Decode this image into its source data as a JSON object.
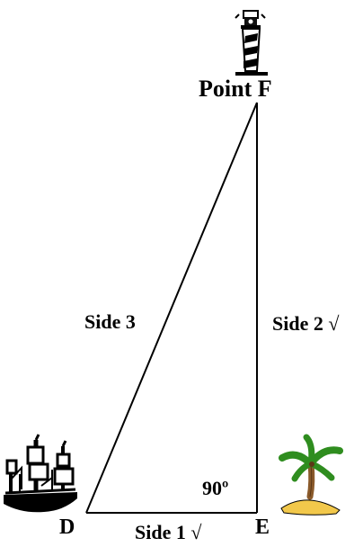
{
  "diagram": {
    "vertices": {
      "f": "Point F",
      "d": "D",
      "e": "E"
    },
    "sides": {
      "side1": "Side 1 √",
      "side2": "Side 2 √",
      "side3": "Side 3"
    },
    "angle": "90º",
    "icons": {
      "top": "lighthouse-icon",
      "left": "ship-icon",
      "right": "palm-island-icon"
    },
    "colors": {
      "line": "#000000",
      "text": "#000000",
      "sand": "#f2c84b",
      "palm": "#2f8d1f",
      "trunk": "#8a5a2b"
    }
  }
}
